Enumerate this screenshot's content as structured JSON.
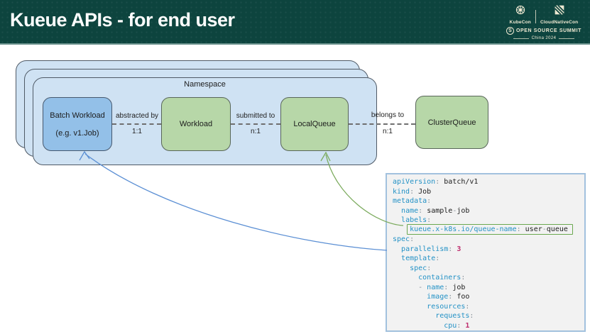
{
  "header": {
    "title": "Kueue APIs - for end user",
    "logos": {
      "kubecon_label": "KubeCon",
      "cloudnativecon_label": "CloudNativeCon",
      "summit_label": "OPEN SOURCE SUMMIT",
      "summit_mark": "S",
      "edition": "China 2024"
    }
  },
  "diagram": {
    "namespace_label": "Namespace",
    "nodes": [
      {
        "id": "batch-workload",
        "lines": [
          "Batch Workload",
          "(e.g. v1.Job)"
        ]
      },
      {
        "id": "workload",
        "lines": [
          "Workload"
        ]
      },
      {
        "id": "localqueue",
        "lines": [
          "LocalQueue"
        ]
      },
      {
        "id": "clusterqueue",
        "lines": [
          "ClusterQueue"
        ]
      }
    ],
    "edges": [
      {
        "label": "abstracted by",
        "cardinality": "1:1"
      },
      {
        "label": "submitted to",
        "cardinality": "n:1"
      },
      {
        "label": "belongs to",
        "cardinality": "n:1"
      }
    ]
  },
  "code": {
    "lines": [
      {
        "pre": "",
        "hl": false,
        "tokens": [
          {
            "t": "apiVersion",
            "c": "k"
          },
          {
            "t": ": ",
            "c": "p"
          },
          {
            "t": "batch/v1",
            "c": "v"
          }
        ]
      },
      {
        "pre": "",
        "hl": false,
        "tokens": [
          {
            "t": "kind",
            "c": "k"
          },
          {
            "t": ": ",
            "c": "p"
          },
          {
            "t": "Job",
            "c": "v"
          }
        ]
      },
      {
        "pre": "",
        "hl": false,
        "tokens": [
          {
            "t": "metadata",
            "c": "k"
          },
          {
            "t": ":",
            "c": "p"
          }
        ]
      },
      {
        "pre": "  ",
        "hl": false,
        "tokens": [
          {
            "t": "name",
            "c": "k"
          },
          {
            "t": ": ",
            "c": "p"
          },
          {
            "t": "sample",
            "c": "v"
          },
          {
            "t": "-",
            "c": "p"
          },
          {
            "t": "job",
            "c": "v"
          }
        ]
      },
      {
        "pre": "  ",
        "hl": false,
        "tokens": [
          {
            "t": "labels",
            "c": "k"
          },
          {
            "t": ":",
            "c": "p"
          }
        ]
      },
      {
        "pre": "    ",
        "hl": true,
        "tokens": [
          {
            "t": "kueue.x-k8s.io/queue-name",
            "c": "k"
          },
          {
            "t": ": ",
            "c": "p"
          },
          {
            "t": "user",
            "c": "v"
          },
          {
            "t": "-",
            "c": "p"
          },
          {
            "t": "queue",
            "c": "v"
          }
        ]
      },
      {
        "pre": "",
        "hl": false,
        "tokens": [
          {
            "t": "spec",
            "c": "k"
          },
          {
            "t": ":",
            "c": "p"
          }
        ]
      },
      {
        "pre": "  ",
        "hl": false,
        "tokens": [
          {
            "t": "parallelism",
            "c": "k"
          },
          {
            "t": ": ",
            "c": "p"
          },
          {
            "t": "3",
            "c": "n"
          }
        ]
      },
      {
        "pre": "  ",
        "hl": false,
        "tokens": [
          {
            "t": "template",
            "c": "k"
          },
          {
            "t": ":",
            "c": "p"
          }
        ]
      },
      {
        "pre": "    ",
        "hl": false,
        "tokens": [
          {
            "t": "spec",
            "c": "k"
          },
          {
            "t": ":",
            "c": "p"
          }
        ]
      },
      {
        "pre": "      ",
        "hl": false,
        "tokens": [
          {
            "t": "containers",
            "c": "k"
          },
          {
            "t": ":",
            "c": "p"
          }
        ]
      },
      {
        "pre": "      ",
        "hl": false,
        "tokens": [
          {
            "t": "- ",
            "c": "p"
          },
          {
            "t": "name",
            "c": "k"
          },
          {
            "t": ": ",
            "c": "p"
          },
          {
            "t": "job",
            "c": "v"
          }
        ]
      },
      {
        "pre": "        ",
        "hl": false,
        "tokens": [
          {
            "t": "image",
            "c": "k"
          },
          {
            "t": ": ",
            "c": "p"
          },
          {
            "t": "foo",
            "c": "v"
          }
        ]
      },
      {
        "pre": "        ",
        "hl": false,
        "tokens": [
          {
            "t": "resources",
            "c": "k"
          },
          {
            "t": ":",
            "c": "p"
          }
        ]
      },
      {
        "pre": "          ",
        "hl": false,
        "tokens": [
          {
            "t": "requests",
            "c": "k"
          },
          {
            "t": ":",
            "c": "p"
          }
        ]
      },
      {
        "pre": "            ",
        "hl": false,
        "tokens": [
          {
            "t": "cpu",
            "c": "k"
          },
          {
            "t": ": ",
            "c": "p"
          },
          {
            "t": "1",
            "c": "n"
          }
        ]
      }
    ]
  },
  "colors": {
    "header_bg": "#0d443e",
    "namespace_fill": "#cfe2f3",
    "blue_node_fill": "#93c0e8",
    "green_node_fill": "#b7d7a8",
    "code_border": "#a2c1de",
    "code_key": "#2492c6",
    "code_number": "#bf2e6e",
    "highlight_green": "#6aa84f",
    "connector_blue": "#5b8fd4",
    "connector_green": "#7cab5e"
  }
}
